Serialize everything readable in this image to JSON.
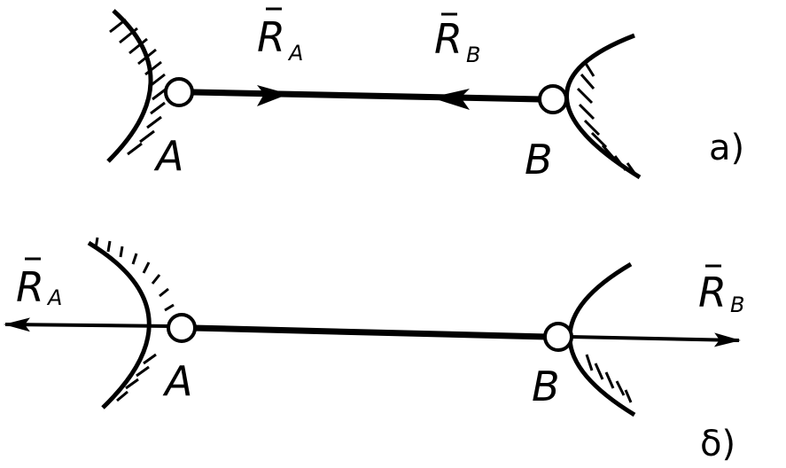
{
  "diagram_a": {
    "caption": "a)",
    "point_a": "A",
    "point_b": "B",
    "force_a": {
      "letter": "R",
      "subscript": "A"
    },
    "force_b": {
      "letter": "R",
      "subscript": "B"
    }
  },
  "diagram_b": {
    "caption": "δ)",
    "point_a": "A",
    "point_b": "B",
    "force_a": {
      "letter": "R",
      "subscript": "A"
    },
    "force_b": {
      "letter": "R",
      "subscript": "B"
    }
  },
  "colors": {
    "ink": "#000000",
    "paper": "#ffffff"
  }
}
